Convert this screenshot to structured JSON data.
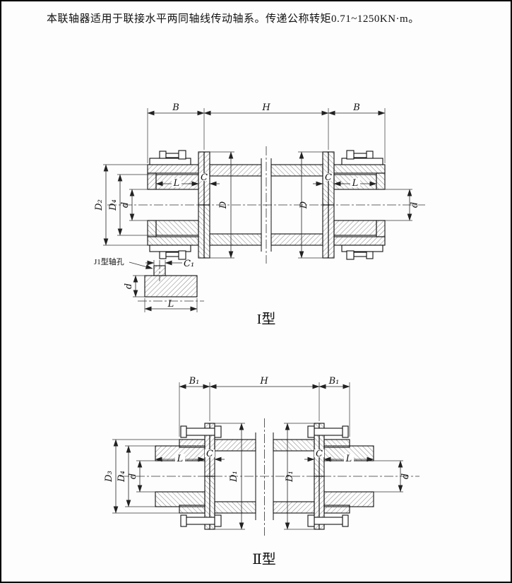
{
  "page": {
    "description": "本联轴器适用于联接水平两同轴线传动轴系。传递公称转矩0.71~1250KN·m。"
  },
  "fig1": {
    "caption": "I型",
    "detail": {
      "label": "J1型轴孔",
      "dim_c1": "C₁",
      "dim_l": "L",
      "dim_d": "d"
    },
    "dims": {
      "b_left": "B",
      "h": "H",
      "b_right": "B",
      "d2": "D₂",
      "d4": "D₄",
      "d_left": "d",
      "l_left": "L",
      "c_left": "C",
      "d_big_left": "D",
      "d_big_right": "D",
      "c_right": "C",
      "l_right": "L",
      "d_right": "d"
    }
  },
  "fig2": {
    "caption": "Ⅱ型",
    "dims": {
      "b1_left": "B₁",
      "h": "H",
      "b1_right": "B₁",
      "d3": "D₃",
      "d4": "D₄",
      "d_left": "d",
      "l_left": "L",
      "c_left": "C",
      "d1_left": "D₁",
      "d1_right": "D₁",
      "c_right": "C",
      "l_right": "L",
      "d_right": "d"
    }
  }
}
